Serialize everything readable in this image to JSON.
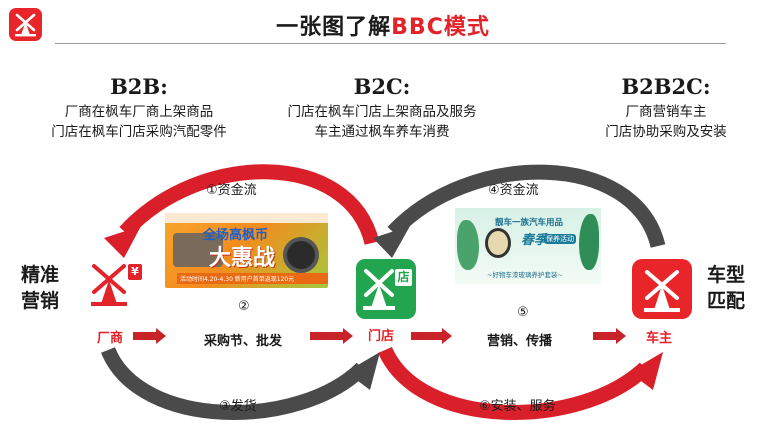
{
  "header": {
    "title_prefix": "一张图了解",
    "title_accent": "BBC模式",
    "logo_icon": "windmill-icon"
  },
  "models": [
    {
      "name": "B2B:",
      "lines": [
        "厂商在枫车厂商上架商品",
        "门店在枫车门店采购汽配零件"
      ]
    },
    {
      "name": "B2C:",
      "lines": [
        "门店在枫车门店上架商品及服务",
        "车主通过枫车养车消费"
      ]
    },
    {
      "name": "B2B2C:",
      "lines": [
        "厂商营销车主",
        "门店协助采购及安装"
      ]
    }
  ],
  "sides": {
    "left": [
      "精准",
      "营销"
    ],
    "right": [
      "车型",
      "匹配"
    ]
  },
  "nodes": {
    "manufacturer": {
      "label": "厂商",
      "badge": "¥",
      "icon": "windmill-yen-icon"
    },
    "store": {
      "label": "门店",
      "badge": "店",
      "icon": "windmill-store-icon"
    },
    "owner": {
      "label": "车主",
      "icon": "windmill-icon"
    }
  },
  "flows": {
    "f1": "①资金流",
    "f2": "②",
    "f2_text": "采购节、批发",
    "f3": "③发货",
    "f4": "④资金流",
    "f5": "⑤",
    "f5_text": "营销、传播",
    "f6": "⑥安装、服务"
  },
  "banners": {
    "promo": {
      "line1": "全场高枫币",
      "line2": "大惠战",
      "line3": "活动时间4.20-4.30 新用户首单返现120元"
    },
    "spring": {
      "line1": "靓车一族汽车用品",
      "line2": "春季",
      "line3": "保养活动",
      "line4": "~好物车漆玻璃养护套装~"
    }
  },
  "colors": {
    "red": "#e3232a",
    "green": "#23a54f",
    "gray": "#4a4a4a"
  }
}
